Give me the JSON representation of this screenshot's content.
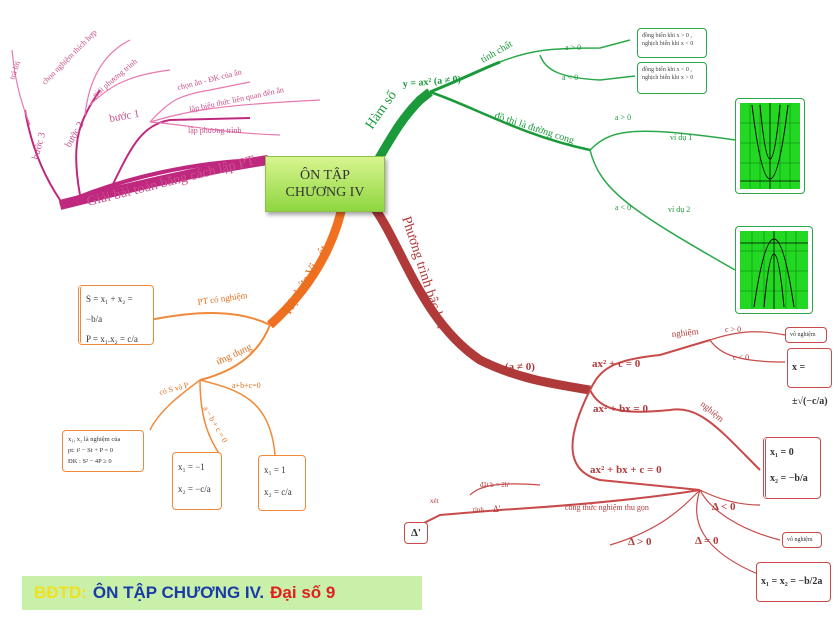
{
  "center": {
    "line1": "ÔN TẬP",
    "line2": "CHƯƠNG IV"
  },
  "footer": {
    "part1": "BĐTD:",
    "part2": "ÔN TẬP CHƯƠNG IV.",
    "part3": "Đại số 9"
  },
  "branch_pt": {
    "title": "Giải bài toán bằng cách lập PT",
    "buoc1": "bước 1",
    "buoc2": "bước 2",
    "buoc3": "bước 3",
    "b1_items": [
      "chọn ẩn - ĐK của ẩn",
      "lập biểu thức liên quan đến ẩn",
      "lập phương trình"
    ],
    "b2_items": [
      "chọn nghiệm thích hợp",
      "giải phương trình"
    ],
    "b3_items": [
      "trả lời"
    ]
  },
  "branch_hamso": {
    "title": "Hàm số",
    "func": "y = ax² (a ≠ 0)",
    "tinhchat": "tính chất",
    "dothi": "đồ thị là đường cong",
    "a_pos": "a > 0",
    "a_neg": "a < 0",
    "note1": "đồng biến khi x > 0 , nghịch biến khi x < 0",
    "note2": "đồng biến khi x < 0 , nghịch biến khi x > 0",
    "vidu1": "ví dụ 1",
    "vidu2": "ví dụ 2"
  },
  "branch_viet": {
    "title": "Hệ thức Vi - ét",
    "ptconghiem": "PT có nghiệm",
    "ungdung": "ứng dụng",
    "sum": "S = x₁ + x₂ = −b/a",
    "prod": "P = x₁.x₂ = c/a",
    "cosp": "có S và P",
    "abc1": "a+b+c=0",
    "abc2": "a − b + c = 0",
    "note": [
      "x₁, x₂ là nghiệm của",
      "pt: t² − St + P = 0",
      "ĐK : S² − 4P ≥ 0"
    ],
    "r1": [
      "x₁ = −1",
      "x₂ = −c/a"
    ],
    "r2": [
      "x₁ = 1",
      "x₂ = c/a"
    ]
  },
  "branch_bac2": {
    "title": "Phương trình bậc hai",
    "cond": "(a ≠ 0)",
    "eq1": "ax² + c = 0",
    "eq2": "ax² + bx = 0",
    "eq3": "ax² + bx + c = 0",
    "nghiem": "nghiệm",
    "cpos": "c > 0",
    "cneg": "c < 0",
    "vonghiem": "vô nghiệm",
    "x_pm": "x = ±√(−c/a)",
    "sol2": [
      "x₁ = 0",
      "x₂ = −b/a"
    ],
    "cong_thuc": "công thức nghiệm thu gọn",
    "datb": "đặt b = 2b'",
    "xet": "xét",
    "tinh": "tính",
    "delta_p": "Δ'",
    "d_neg": "Δ < 0",
    "d_pos": "Δ > 0",
    "d_zero": "Δ = 0",
    "vonghiem2": "vô nghiệm",
    "double": "x₁ = x₂ = −b/2a"
  }
}
